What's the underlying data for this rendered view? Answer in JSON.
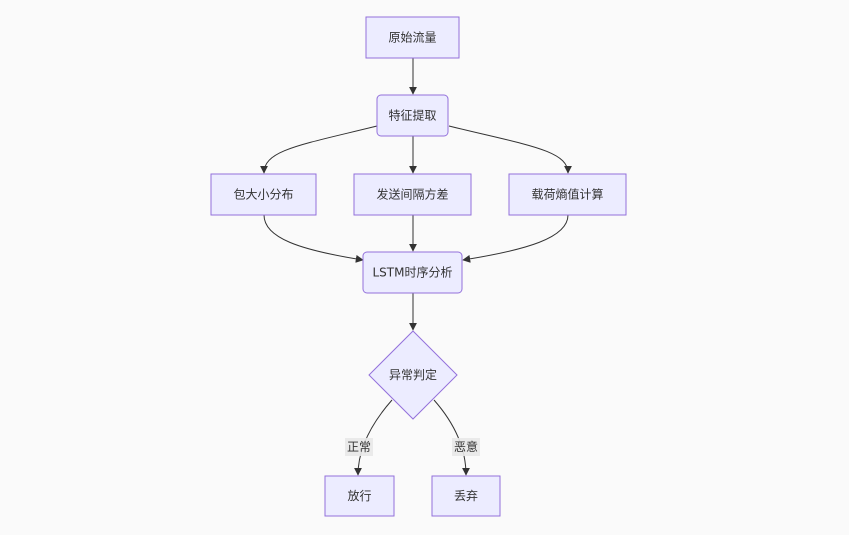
{
  "nodes": {
    "raw_traffic": "原始流量",
    "feature_extraction": "特征提取",
    "packet_size_dist": "包大小分布",
    "send_interval_var": "发送间隔方差",
    "payload_entropy": "载荷熵值计算",
    "lstm_analysis": "LSTM时序分析",
    "anomaly_decision": "异常判定",
    "allow": "放行",
    "drop": "丢弃"
  },
  "edges": {
    "normal_label": "正常",
    "malicious_label": "恶意"
  },
  "colors": {
    "node_fill": "#ececff",
    "node_stroke": "#9370db",
    "edge": "#333333",
    "edge_label_bg": "#e8e8e8",
    "background": "#fafafa"
  }
}
